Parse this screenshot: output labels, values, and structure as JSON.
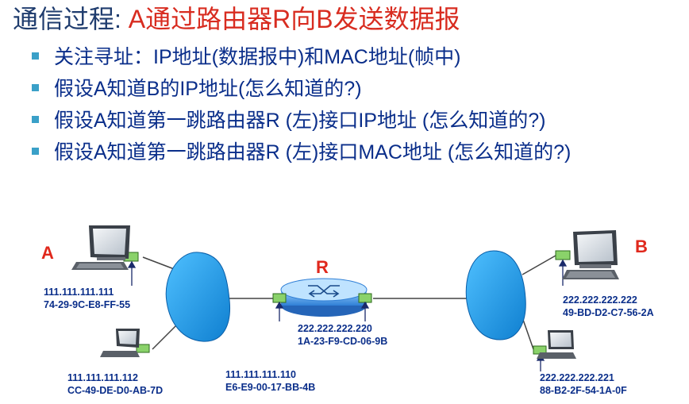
{
  "title": {
    "prefix": "通信过程: ",
    "highlight": "A通过路由器R向B发送数据报"
  },
  "bullets": [
    "关注寻址：IP地址(数据报中)和MAC地址(帧中)",
    "假设A知道B的IP地址(怎么知道的?)",
    "假设A知道第一跳路由器R (左)接口IP地址 (怎么知道的?)",
    "假设A知道第一跳路由器R (左)接口MAC地址 (怎么知道的?)"
  ],
  "diagram": {
    "host_a": {
      "label": "A",
      "ip": "111.111.111.111",
      "mac": "74-29-9C-E8-FF-55"
    },
    "host_a2": {
      "ip": "111.111.111.112",
      "mac": "CC-49-DE-D0-AB-7D"
    },
    "router": {
      "label": "R",
      "left_if": {
        "ip": "111.111.111.110",
        "mac": "E6-E9-00-17-BB-4B"
      },
      "right_if": {
        "ip": "222.222.222.220",
        "mac": "1A-23-F9-CD-06-9B"
      }
    },
    "host_b": {
      "label": "B",
      "ip": "222.222.222.222",
      "mac": "49-BD-D2-C7-56-2A"
    },
    "host_b2": {
      "ip": "222.222.222.221",
      "mac": "88-B2-2F-54-1A-0F"
    },
    "colors": {
      "cloud": "#1e9fe8",
      "router": "#2f8fe0",
      "nic": "#8ad26a",
      "label_red": "#e0281c",
      "text_blue": "#0a2e8a"
    }
  }
}
